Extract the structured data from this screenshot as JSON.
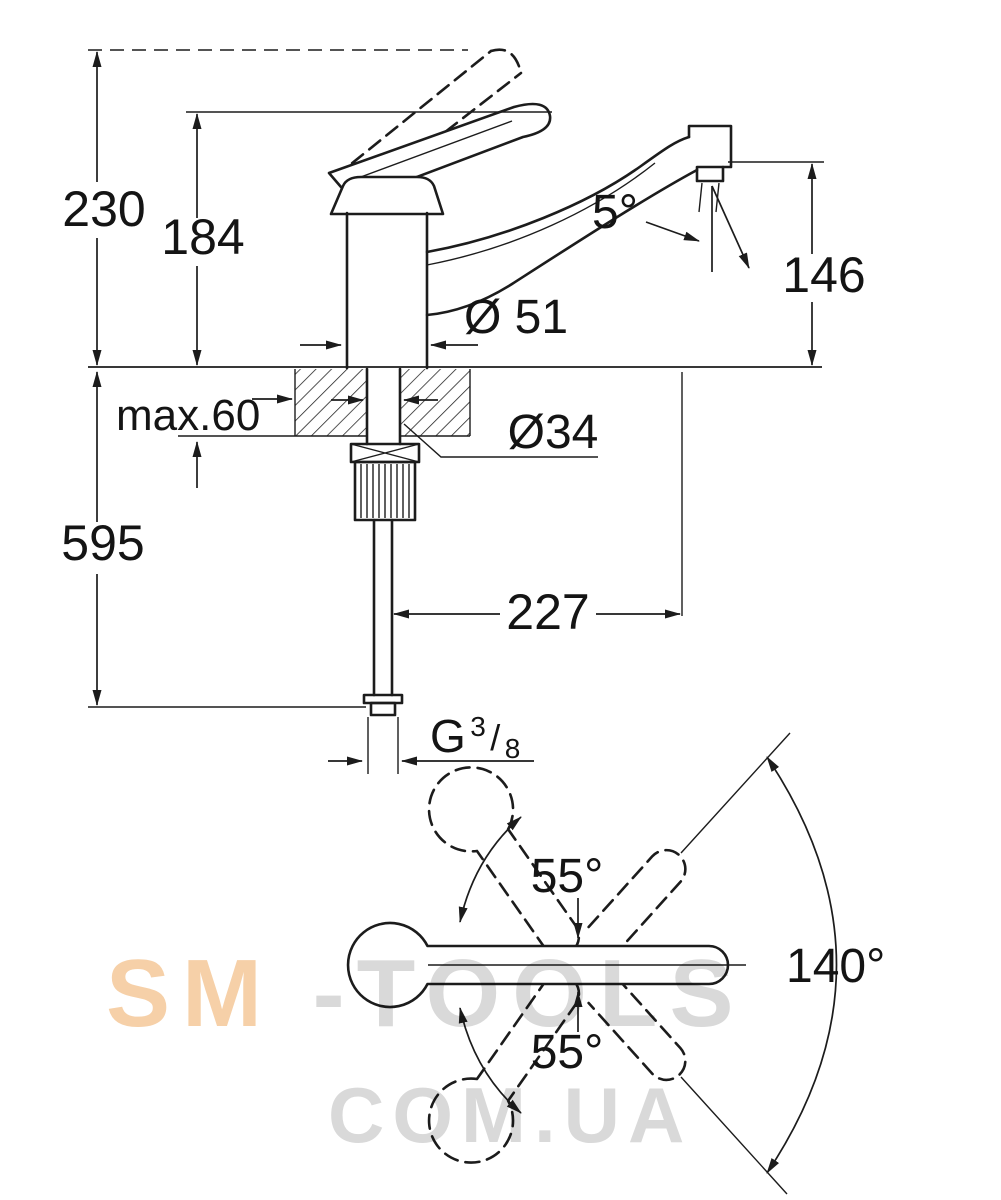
{
  "dimensions": {
    "total_height": "230",
    "body_height": "184",
    "spout_outlet_height": "146",
    "stream_angle": "5°",
    "body_diameter": "Ø 51",
    "max_mounting_thickness": "max.60",
    "hole_diameter": "Ø34",
    "supply_length": "595",
    "spout_reach": "227",
    "thread": {
      "prefix": "G",
      "numerator": "3",
      "slash": "/",
      "denominator": "8"
    }
  },
  "angles": {
    "handle_up": "55°",
    "handle_down": "55°",
    "swivel_range": "140°"
  },
  "watermark": {
    "part_orange": "SM",
    "part_gray": "-TOOLS",
    "line2": "COM.UA"
  },
  "colors": {
    "line": "#1c1c1c",
    "watermark_orange": "#f6d0a8",
    "watermark_gray": "#d9d9d9"
  }
}
